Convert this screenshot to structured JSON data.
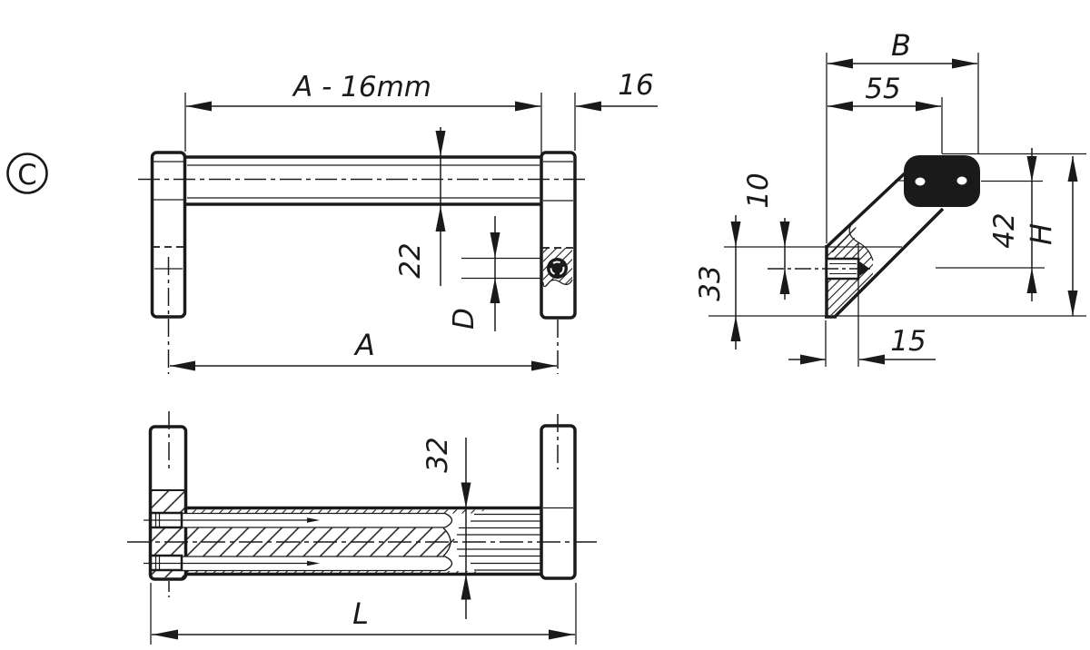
{
  "drawing": {
    "background": "#ffffff",
    "line_color": "#1a1a1a",
    "view_label": "C",
    "front_view": {
      "dim_top_span": "A - 16mm",
      "dim_end_width": "16",
      "dim_tube_height": "22",
      "dim_thread_dia": "D",
      "dim_hole_spacing": "A"
    },
    "side_view": {
      "dim_depth": "B",
      "dim_tube_offset": "55",
      "dim_hole_offset": "10",
      "dim_base_height": "33",
      "dim_axis_height": "42",
      "dim_overall_height": "H",
      "dim_thread_depth": "15"
    },
    "bottom_view": {
      "dim_tube_width": "32",
      "dim_overall_length": "L"
    }
  }
}
